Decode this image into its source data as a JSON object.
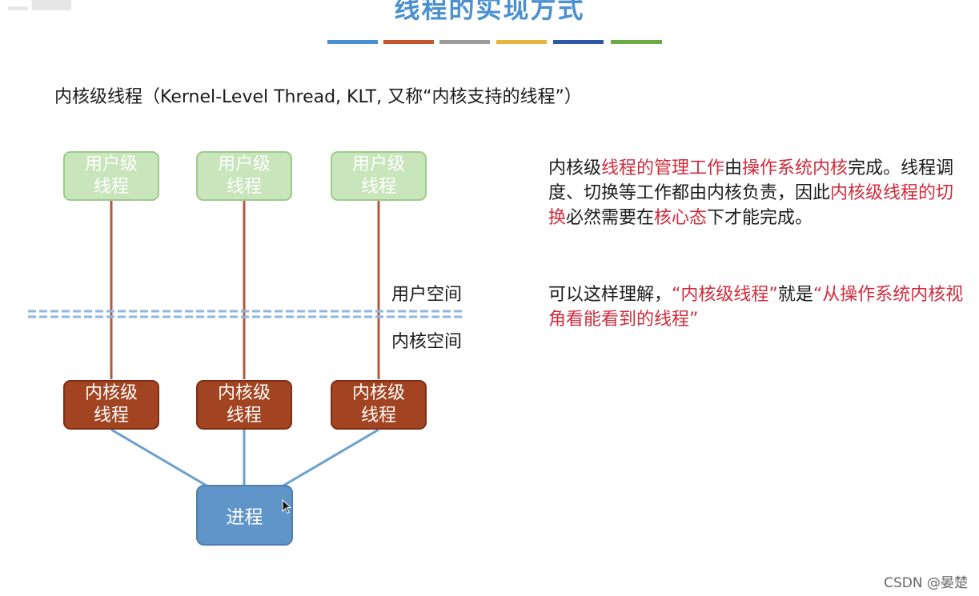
{
  "slide": {
    "title": "线程的实现方式",
    "title_bar_colors": [
      "#4a8fd0",
      "#c8552f",
      "#9b9b9b",
      "#e8b43a",
      "#2e59a8",
      "#6aab45"
    ],
    "subtitle": "内核级线程（Kernel-Level Thread, KLT, 又称“内核支持的线程”）"
  },
  "diagram": {
    "user_threads": [
      {
        "line1": "用户级",
        "line2": "线程"
      },
      {
        "line1": "用户级",
        "line2": "线程"
      },
      {
        "line1": "用户级",
        "line2": "线程"
      }
    ],
    "kernel_threads": [
      {
        "line1": "内核级",
        "line2": "线程"
      },
      {
        "line1": "内核级",
        "line2": "线程"
      },
      {
        "line1": "内核级",
        "line2": "线程"
      }
    ],
    "process_label": "进程",
    "user_space_label": "用户空间",
    "kernel_space_label": "内核空间",
    "colors": {
      "user_box": "#c9e5bc",
      "kernel_box": "#a24421",
      "process_box": "#5f95c9",
      "red_line": "#b05a3e",
      "blue_line": "#6a9fd0",
      "divider": "#8fb6e0"
    }
  },
  "explanation": {
    "para1": {
      "s1": "内核级",
      "s2": "线程的管理工作",
      "s3": "由",
      "s4": "操作系统内核",
      "s5": "完成。线程调度、切换等工作都由内核负责，因此",
      "s6": "内核级线程的切换",
      "s7": "必然需要在",
      "s8": "核心态",
      "s9": "下才能完成。"
    },
    "para2": {
      "s1": "可以这样理解，",
      "s2": "“内核级线程”",
      "s3": "就是",
      "s4": "“从操作系统内核视角看能看到的线程”"
    },
    "highlight_color": "#d22a3c"
  },
  "watermark": "CSDN @晏楚"
}
